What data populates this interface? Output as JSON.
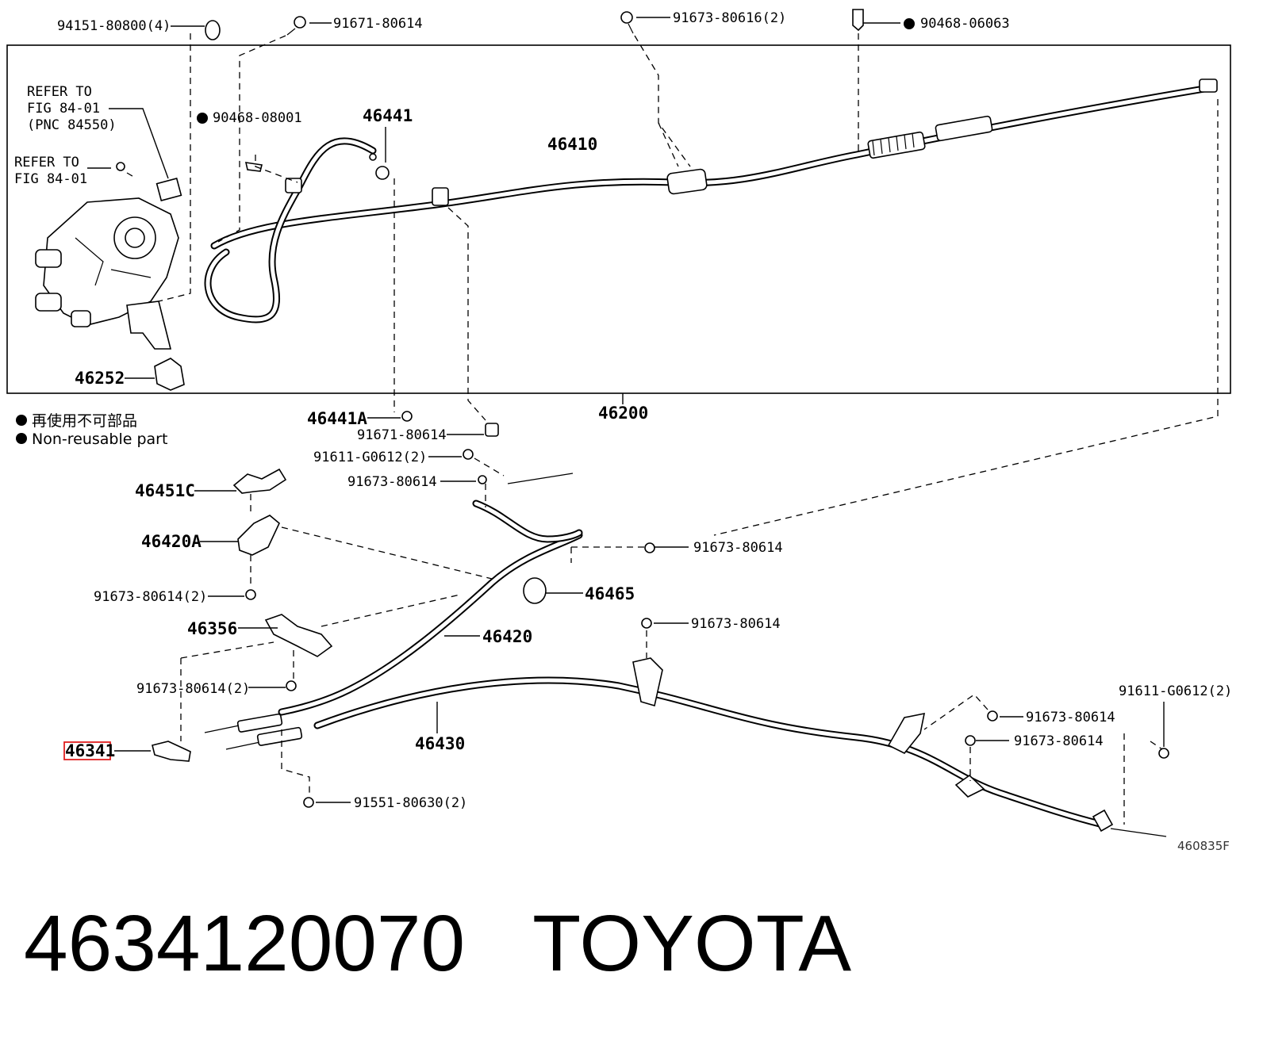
{
  "callouts": {
    "c94151": "94151-80800(4)",
    "c91671_top": "91671-80614",
    "c91673_top": "91673-80616(2)",
    "c90468_06063": "90468-06063",
    "refer1_l1": "REFER TO",
    "refer1_l2": "FIG 84-01",
    "refer1_l3": "(PNC 84550)",
    "refer2_l1": "REFER TO",
    "refer2_l2": "FIG 84-01",
    "c90468_08001": "90468-08001",
    "c46441": "46441",
    "c46410": "46410",
    "c46252": "46252",
    "c46200": "46200",
    "c46441A": "46441A",
    "c91671_mid": "91671-80614",
    "c91611_mid": "91611-G0612(2)",
    "c91673_mid": "91673-80614",
    "c46451C": "46451C",
    "c46420A": "46420A",
    "c91673_r1": "91673-80614",
    "c91673_l2": "91673-80614(2)",
    "c46465": "46465",
    "c46356": "46356",
    "c46420": "46420",
    "c91673_r2": "91673-80614",
    "c91673_l3": "91673-80614(2)",
    "c46430": "46430",
    "c46341": "46341",
    "c91611_right": "91611-G0612(2)",
    "c91673_r3": "91673-80614",
    "c91673_r4": "91673-80614",
    "c91551": "91551-80630(2)",
    "fig_code": "460835F"
  },
  "legend": {
    "jp": "再使用不可部品",
    "en": "Non-reusable part"
  },
  "highlight_color": "#e02020",
  "footer": {
    "part_number": "4634120070",
    "brand": "TOYOTA"
  }
}
